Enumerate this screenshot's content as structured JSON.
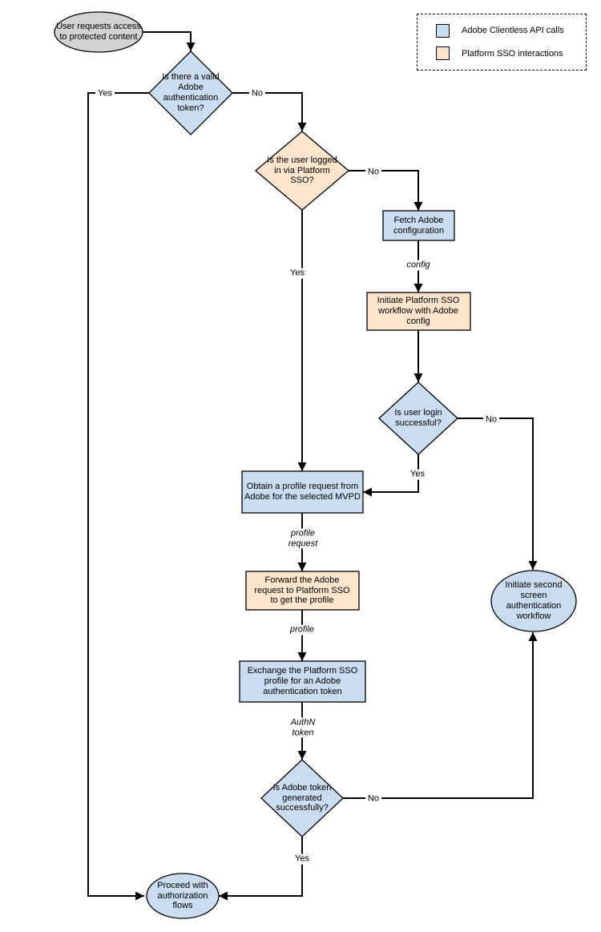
{
  "colors": {
    "adobe_blue": "#c9dcf0",
    "sso_orange": "#fce5cc",
    "start_gray": "#d3d3d3",
    "edge": "#000000"
  },
  "legend": {
    "items": [
      {
        "label": "Adobe Clientless API calls",
        "color": "#c9dcf0"
      },
      {
        "label": "Platform SSO interactions",
        "color": "#fce5cc"
      }
    ]
  },
  "nodes": {
    "start": {
      "label": "User requests access to protected content"
    },
    "valid_token_decision": {
      "label": "Is there a valid Adobe authentication token?"
    },
    "sso_login_decision": {
      "label": "Is the user logged in via Platform SSO?"
    },
    "fetch_config": {
      "label": "Fetch Adobe configuration"
    },
    "initiate_sso": {
      "label": "Initiate Platform SSO workflow with Adobe config"
    },
    "login_success_decision": {
      "label": "Is user login successful?"
    },
    "obtain_profile_request": {
      "label": "Obtain a profile request from Adobe for the selected MVPD"
    },
    "forward_request": {
      "label": "Forward the Adobe request to Platform SSO to get the profile"
    },
    "exchange_profile": {
      "label": "Exchange the Platform SSO profile for an Adobe authentication token"
    },
    "token_generated_decision": {
      "label": "Is Adobe token generated successfully?"
    },
    "proceed_authz": {
      "label": "Proceed with authorization flows"
    },
    "second_screen": {
      "label": "Initiate second screen authentication workflow"
    }
  },
  "edge_labels": {
    "valid_token_yes": "Yes",
    "valid_token_no": "No",
    "sso_login_no": "No",
    "sso_login_yes": "Yes",
    "config": "config",
    "login_success_no": "No",
    "login_success_yes": "Yes",
    "profile_request": "profile request",
    "profile": "profile",
    "authn_token": "AuthN token",
    "token_generated_no": "No",
    "token_generated_yes": "Yes"
  }
}
